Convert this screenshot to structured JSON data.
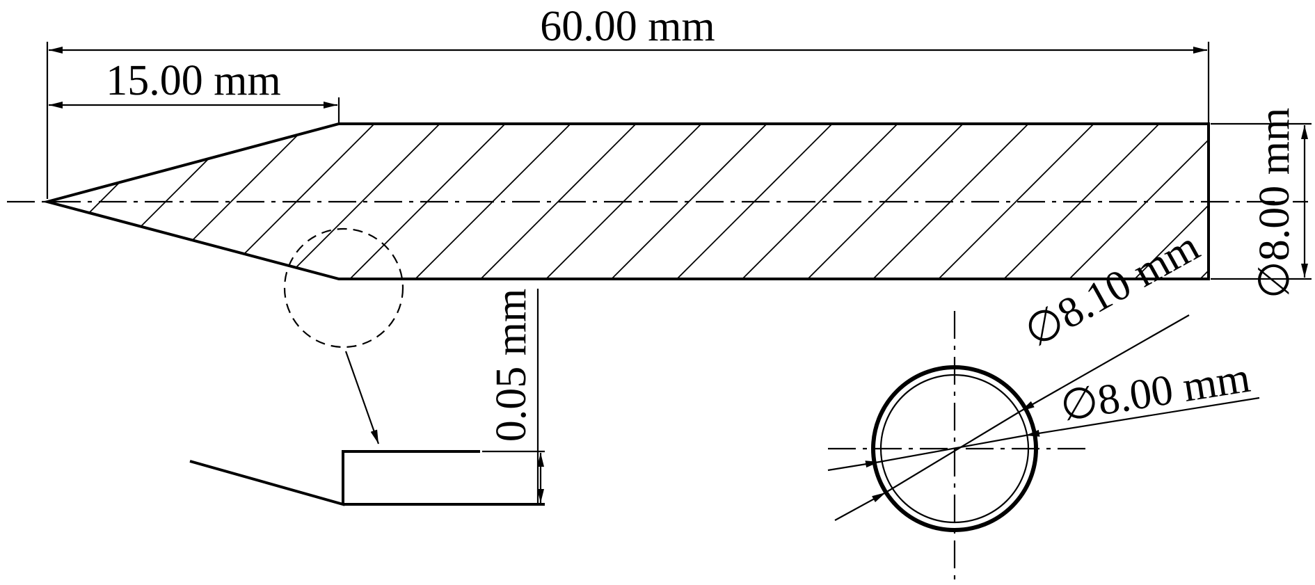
{
  "labels": {
    "total_length": "60.00 mm",
    "taper_length": "15.00 mm",
    "diameter": "∅8.00 mm",
    "step_height": "0.05 mm",
    "outer_diameter": "∅8.10 mm",
    "inner_diameter": "∅8.00 mm"
  }
}
